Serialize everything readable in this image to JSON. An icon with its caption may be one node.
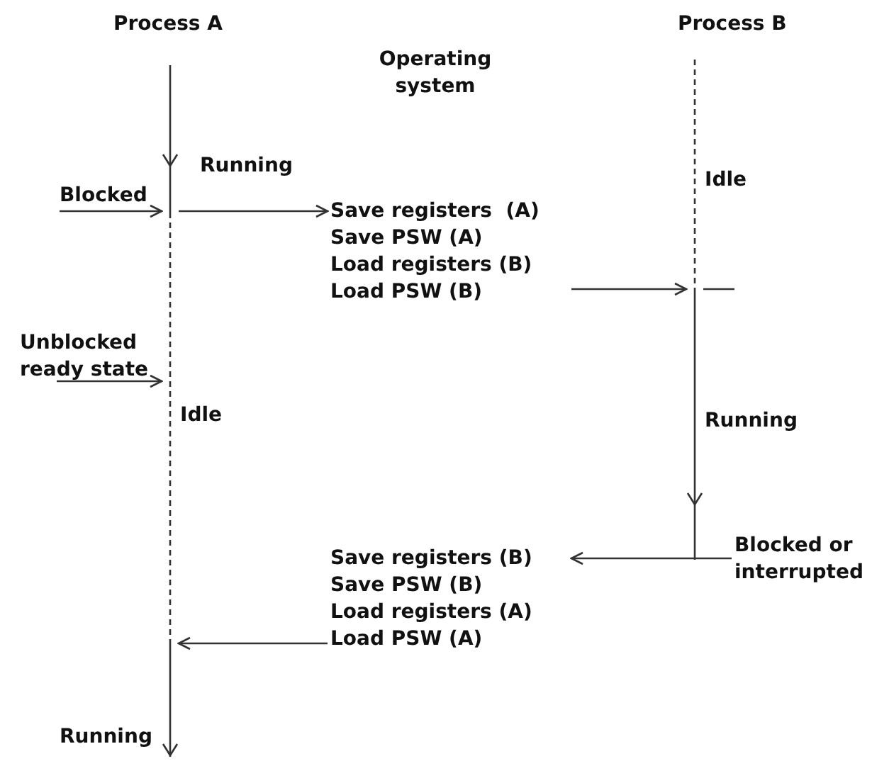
{
  "diagram": {
    "nodes": [
      {
        "text": [],
        "shape": "bar",
        "beside": [
          "Running",
          "Idle",
          "Running"
        ]
      },
      {
        "text": [],
        "shape": "bar",
        "beside": [
          "Idle",
          "Running"
        ]
      },
      {
        "text": [
          "Blocked"
        ]
      },
      {
        "text": [
          "Save registers  (A)",
          "Save PSW (A)",
          "Load registers (B)",
          "Load PSW (B)"
        ]
      },
      {
        "text": [
          "Unblocked ready state"
        ]
      },
      {
        "text": [
          "Blocked or interrupted"
        ]
      },
      {
        "text": [
          "Save registers (B)",
          "Save PSW (B)",
          "Load registers (A)",
          "Load PSW (A)"
        ]
      }
    ],
    "edges": [
      {
        "from": 2,
        "to": 0,
        "arrow": "to"
      },
      {
        "from": 0,
        "to": 3,
        "arrow": "to"
      },
      {
        "from": 3,
        "to": 1,
        "arrow": "to"
      },
      {
        "from": 4,
        "to": 0,
        "arrow": "to"
      },
      {
        "from": 5,
        "to": 6,
        "arrow": "to"
      },
      {
        "from": 6,
        "to": 0,
        "arrow": "to"
      }
    ],
    "labels": [
      "Process A",
      "Process B",
      "Operating system"
    ]
  }
}
